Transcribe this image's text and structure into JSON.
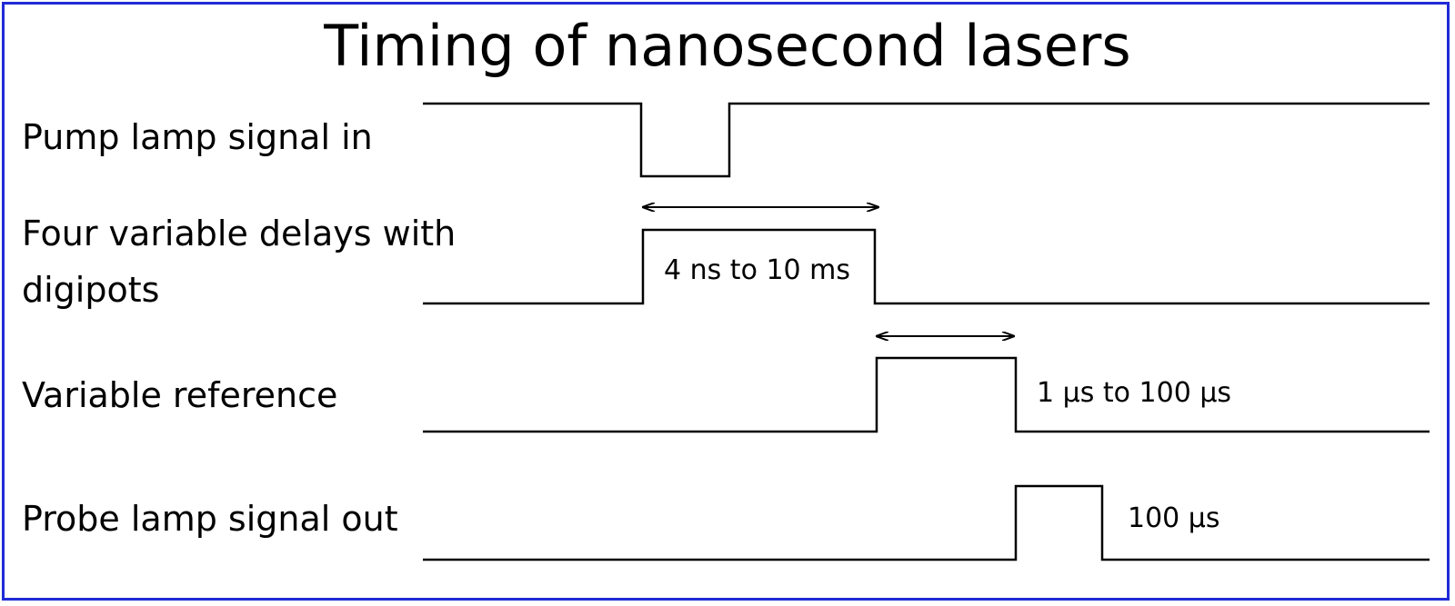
{
  "title": "Timing of nanosecond lasers",
  "signals": [
    {
      "label": "Pump lamp signal in"
    },
    {
      "label_line1": "Four variable delays with",
      "label_line2": "digipots"
    },
    {
      "label": "Variable reference"
    },
    {
      "label": "Probe lamp signal out"
    }
  ],
  "annotations": {
    "delay_range": "4 ns to 10 ms",
    "reference_range": "1 µs to 100 µs",
    "probe_width": "100 µs"
  },
  "colors": {
    "border": "#1f2bd6",
    "line": "#000000"
  }
}
